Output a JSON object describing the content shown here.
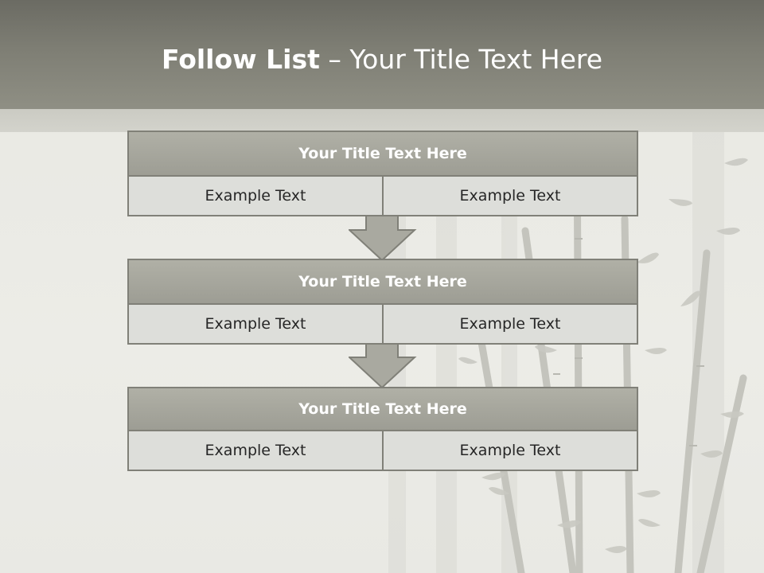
{
  "slide": {
    "title_bold": "Follow List",
    "title_rest": " – Your Title Text Here"
  },
  "steps": [
    {
      "title": "Your Title Text Here",
      "left": "Example Text",
      "right": "Example Text"
    },
    {
      "title": "Your Title Text Here",
      "left": "Example Text",
      "right": "Example Text"
    },
    {
      "title": "Your Title Text Here",
      "left": "Example Text",
      "right": "Example Text"
    }
  ],
  "colors": {
    "header": "#7e7e74",
    "block_title": "#a4a49b",
    "cell_fill": "#dddeda",
    "border": "#808078",
    "arrow": "#a9a9a0"
  }
}
